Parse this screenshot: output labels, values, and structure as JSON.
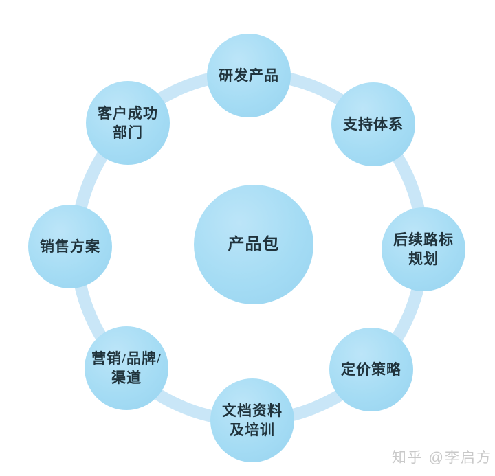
{
  "diagram": {
    "title_semantic": "product-package-circle-diagram",
    "center": {
      "label": "产品包"
    },
    "nodes": [
      {
        "id": "rd-product",
        "position": "top",
        "label": "研发产品"
      },
      {
        "id": "support-system",
        "position": "upper-right",
        "label": "支持体系"
      },
      {
        "id": "roadmap-planning",
        "position": "right",
        "label": "后续路标\n规划"
      },
      {
        "id": "pricing-strategy",
        "position": "lower-right",
        "label": "定价策略"
      },
      {
        "id": "docs-training",
        "position": "bottom",
        "label": "文档资料\n及培训"
      },
      {
        "id": "marketing-brand-channel",
        "position": "lower-left",
        "label": "营销/品牌/\n渠道"
      },
      {
        "id": "sales-plan",
        "position": "left",
        "label": "销售方案"
      },
      {
        "id": "customer-success",
        "position": "upper-left",
        "label": "客户成功\n部门"
      }
    ]
  },
  "watermark": {
    "text": "知乎 @李启方"
  },
  "colors": {
    "node_fill": "#a5dcf4",
    "node_highlight": "#bce5f8",
    "node_shadow": "#97d3f0",
    "ring": "#c9e6f7",
    "text": "#20333c",
    "watermark": "#c9c9c9"
  }
}
